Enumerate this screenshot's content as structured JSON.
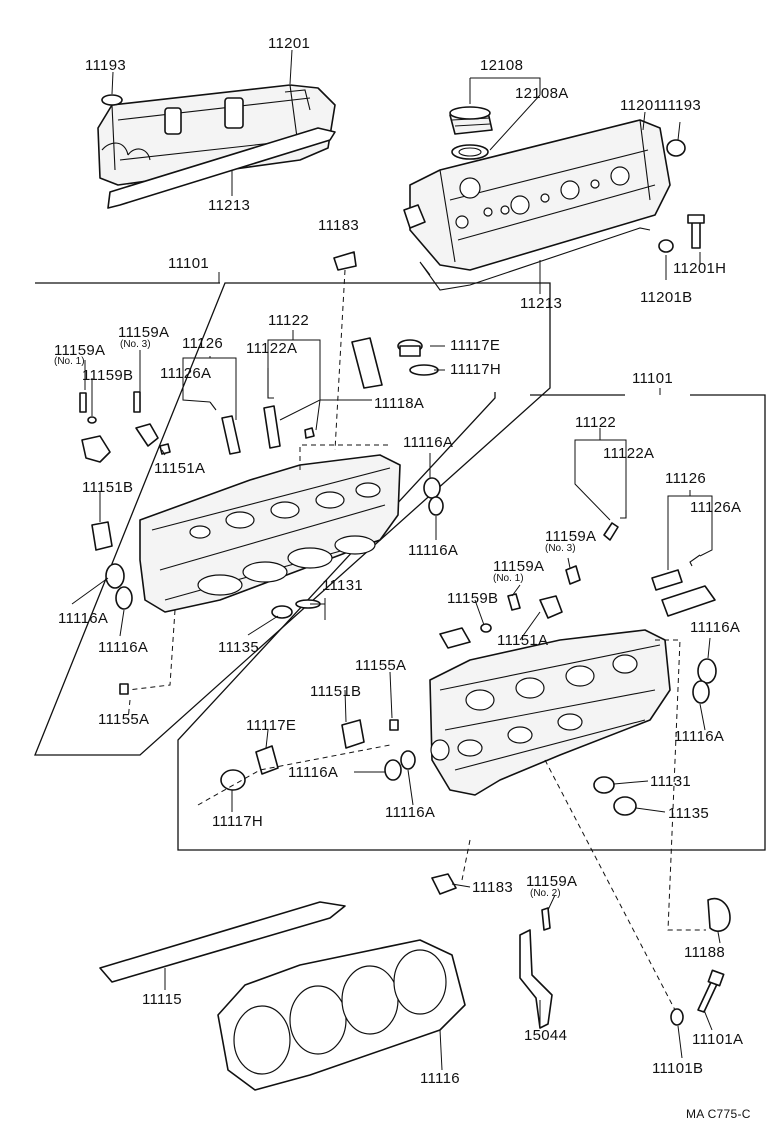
{
  "diagram": {
    "code": "MA  C775-C",
    "labels": {
      "l_11193_a": "11193",
      "l_11201_a": "11201",
      "l_11213_a": "11213",
      "l_12108": "12108",
      "l_12108A": "12108A",
      "l_11201_b": "11201",
      "l_11193_b": "11193",
      "l_11201H": "11201H",
      "l_11201B": "11201B",
      "l_11213_b": "11213",
      "l_11183_a": "11183",
      "l_11101_a": "11101",
      "l_11122_a": "11122",
      "l_11122A_a": "11122A",
      "l_11159A_n3_a": "11159A",
      "l_no3_a": "(No. 3)",
      "l_11126_a": "11126",
      "l_11126A_a": "11126A",
      "l_11159A_n1_a": "11159A",
      "l_no1_a": "(No. 1)",
      "l_11159B_a": "11159B",
      "l_11117E_a": "11117E",
      "l_11117H_a": "11117H",
      "l_11118A": "11118A",
      "l_11151A_a": "11151A",
      "l_11116A_a1": "11116A",
      "l_11151B_a": "11151B",
      "l_11116A_a2": "11116A",
      "l_11116A_a3": "11116A",
      "l_11116A_a4": "11116A",
      "l_11131_a": "11131",
      "l_11135_a": "11135",
      "l_11155A_a": "11155A",
      "l_11101_b": "11101",
      "l_11122_b": "11122",
      "l_11122A_b": "11122A",
      "l_11126_b": "11126",
      "l_11126A_b": "11126A",
      "l_11159A_n3_b": "11159A",
      "l_no3_b": "(No. 3)",
      "l_11159A_n1_b": "11159A",
      "l_no1_b": "(No. 1)",
      "l_11159B_b": "11159B",
      "l_11151A_b": "11151A",
      "l_11116A_b1": "11116A",
      "l_11155A_b": "11155A",
      "l_11151B_b": "11151B",
      "l_11116A_b2": "11116A",
      "l_11117E_b": "11117E",
      "l_11116A_b3": "11116A",
      "l_11116A_b4": "11116A",
      "l_11117H_b": "11117H",
      "l_11131_b": "11131",
      "l_11135_b": "11135",
      "l_11183_b": "11183",
      "l_11159A_n2": "11159A",
      "l_no2": "(No. 2)",
      "l_11188": "11188",
      "l_11115": "11115",
      "l_15044": "15044",
      "l_11101A": "11101A",
      "l_11116": "11116",
      "l_11101B": "11101B"
    }
  }
}
